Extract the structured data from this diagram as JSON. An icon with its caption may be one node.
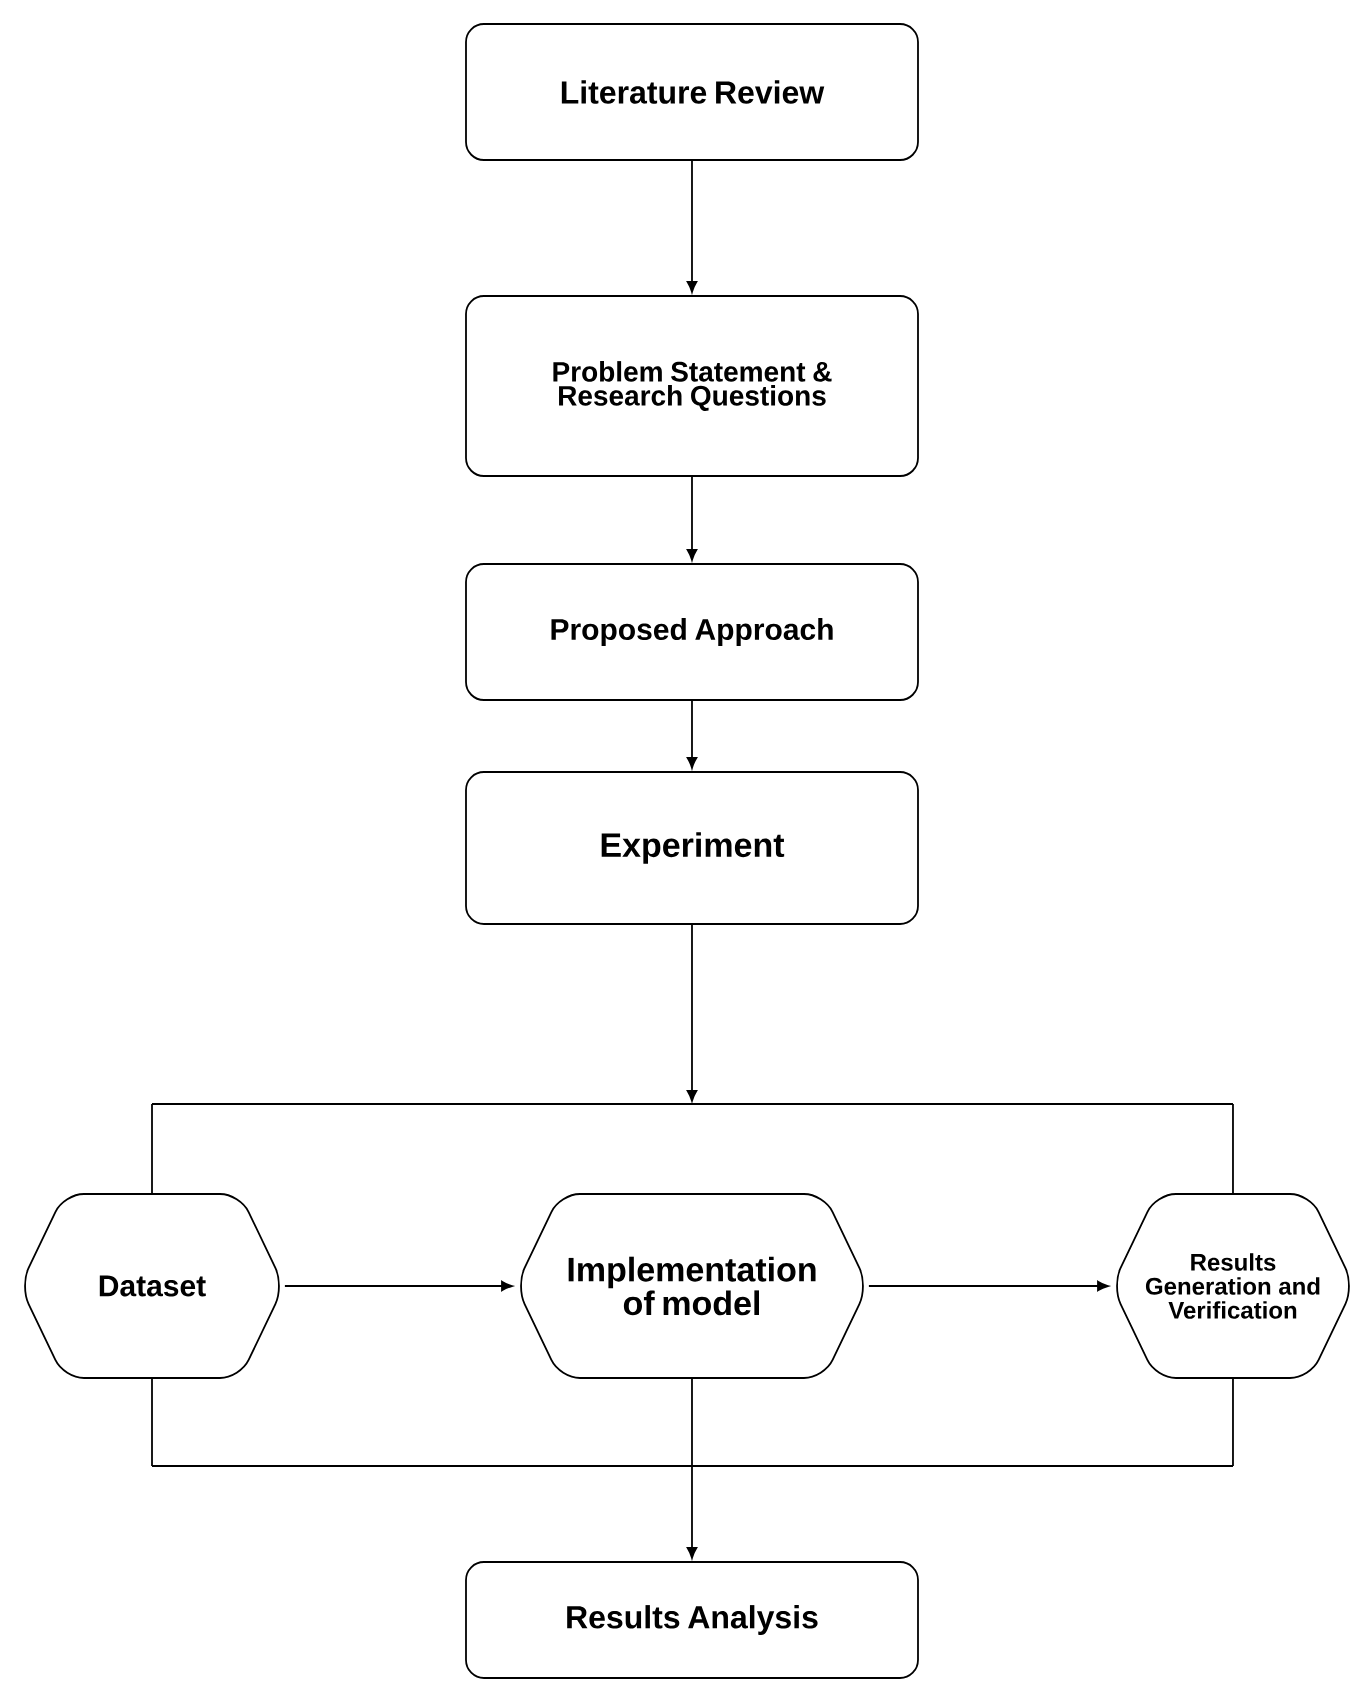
{
  "diagram": {
    "nodes": [
      {
        "text": [
          "Literature Review"
        ]
      },
      {
        "text": [
          "Problem Statement & Research Questions"
        ]
      },
      {
        "text": [
          "Proposed Approach"
        ]
      },
      {
        "text": [
          "Experiment"
        ]
      },
      {
        "text": [],
        "shape": "bar"
      },
      {
        "text": [
          "Dataset"
        ]
      },
      {
        "text": [
          "Implementation of model"
        ]
      },
      {
        "text": [
          "Results Generation and Verification"
        ]
      },
      {
        "text": [],
        "shape": "bar"
      },
      {
        "text": [
          "Results Analysis"
        ]
      }
    ],
    "edges": [
      {
        "from": 0,
        "to": 1,
        "arrow": "to"
      },
      {
        "from": 1,
        "to": 2,
        "arrow": "to"
      },
      {
        "from": 2,
        "to": 3,
        "arrow": "to"
      },
      {
        "from": 3,
        "to": 4,
        "arrow": "to"
      },
      {
        "from": 4,
        "to": 5,
        "arrow": "none"
      },
      {
        "from": 4,
        "to": 7,
        "arrow": "none"
      },
      {
        "from": 5,
        "to": 6,
        "arrow": "to"
      },
      {
        "from": 6,
        "to": 7,
        "arrow": "to"
      },
      {
        "from": 5,
        "to": 8,
        "arrow": "none"
      },
      {
        "from": 7,
        "to": 8,
        "arrow": "none"
      },
      {
        "from": 6,
        "to": 8,
        "arrow": "none"
      },
      {
        "from": 8,
        "to": 9,
        "arrow": "to"
      }
    ]
  }
}
